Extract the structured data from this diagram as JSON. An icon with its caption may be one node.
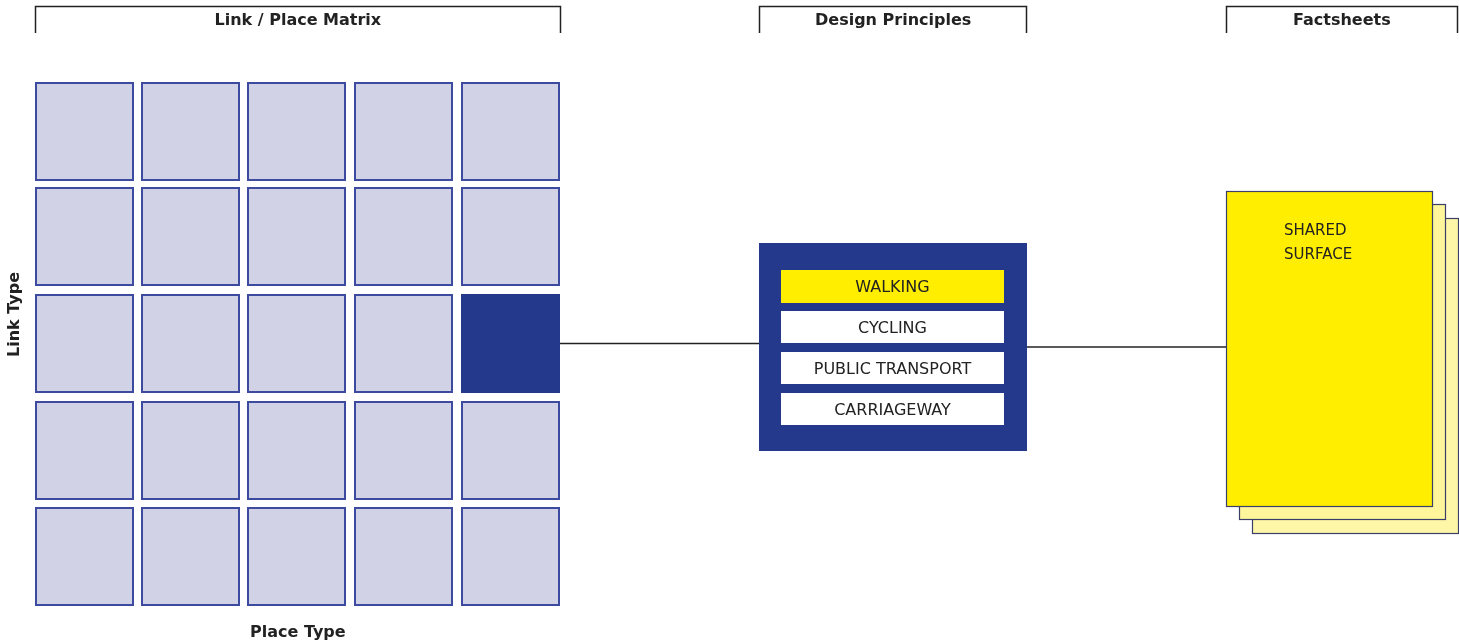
{
  "diagram": {
    "nodes": [
      {
        "text": [],
        "shape": "box"
      },
      {
        "text": [],
        "shape": "box"
      },
      {
        "text": [],
        "shape": "box"
      },
      {
        "text": [],
        "shape": "box"
      },
      {
        "text": [],
        "shape": "box"
      },
      {
        "text": [],
        "shape": "box"
      },
      {
        "text": [],
        "shape": "box"
      },
      {
        "text": [],
        "shape": "box"
      },
      {
        "text": [],
        "shape": "box"
      },
      {
        "text": [],
        "shape": "box"
      },
      {
        "text": [],
        "shape": "box"
      },
      {
        "text": [],
        "shape": "box"
      },
      {
        "text": [],
        "shape": "box"
      },
      {
        "text": [],
        "shape": "box"
      },
      {
        "text": [],
        "shape": "box"
      },
      {
        "text": [],
        "shape": "box"
      },
      {
        "text": [],
        "shape": "box"
      },
      {
        "text": [],
        "shape": "box"
      },
      {
        "text": [],
        "shape": "box"
      },
      {
        "text": [],
        "shape": "box"
      },
      {
        "text": [],
        "shape": "box"
      },
      {
        "text": [],
        "shape": "box"
      },
      {
        "text": [],
        "shape": "box"
      },
      {
        "text": [],
        "shape": "box"
      },
      {
        "text": [],
        "shape": "box"
      },
      {
        "text": [],
        "shape": "box"
      },
      {
        "text": [
          "WALKING"
        ],
        "in": 25
      },
      {
        "text": [
          "CYCLING"
        ],
        "in": 25
      },
      {
        "text": [
          "PUBLIC TRANSPORT"
        ],
        "in": 25
      },
      {
        "text": [
          "CARRIAGEWAY"
        ],
        "in": 25
      },
      {
        "text": [
          "SHARED SURFACE"
        ]
      }
    ],
    "edges": [
      {
        "from": 14,
        "to": 25,
        "arrow": "none"
      },
      {
        "from": 25,
        "to": 30,
        "arrow": "none"
      }
    ],
    "labels": [
      "Link / Place Matrix",
      "Design Principles",
      "Factsheets",
      "Link Type",
      "Place Type"
    ]
  }
}
